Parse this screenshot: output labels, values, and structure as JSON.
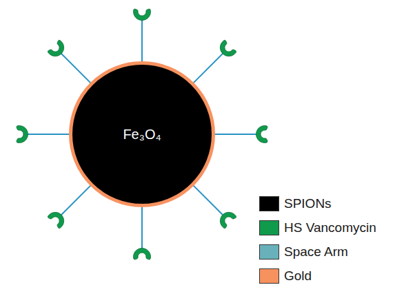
{
  "diagram": {
    "nodes": [
      {
        "text": [
          "Fe₃O₄"
        ]
      }
    ],
    "legend": [
      {
        "text": "SPIONs",
        "color": "#000000"
      },
      {
        "text": "HS Vancomycin",
        "color": "#109a4c"
      },
      {
        "text": "Space Arm",
        "color": "#69b1ba"
      },
      {
        "text": "Gold",
        "color": "#f7925f"
      }
    ]
  }
}
